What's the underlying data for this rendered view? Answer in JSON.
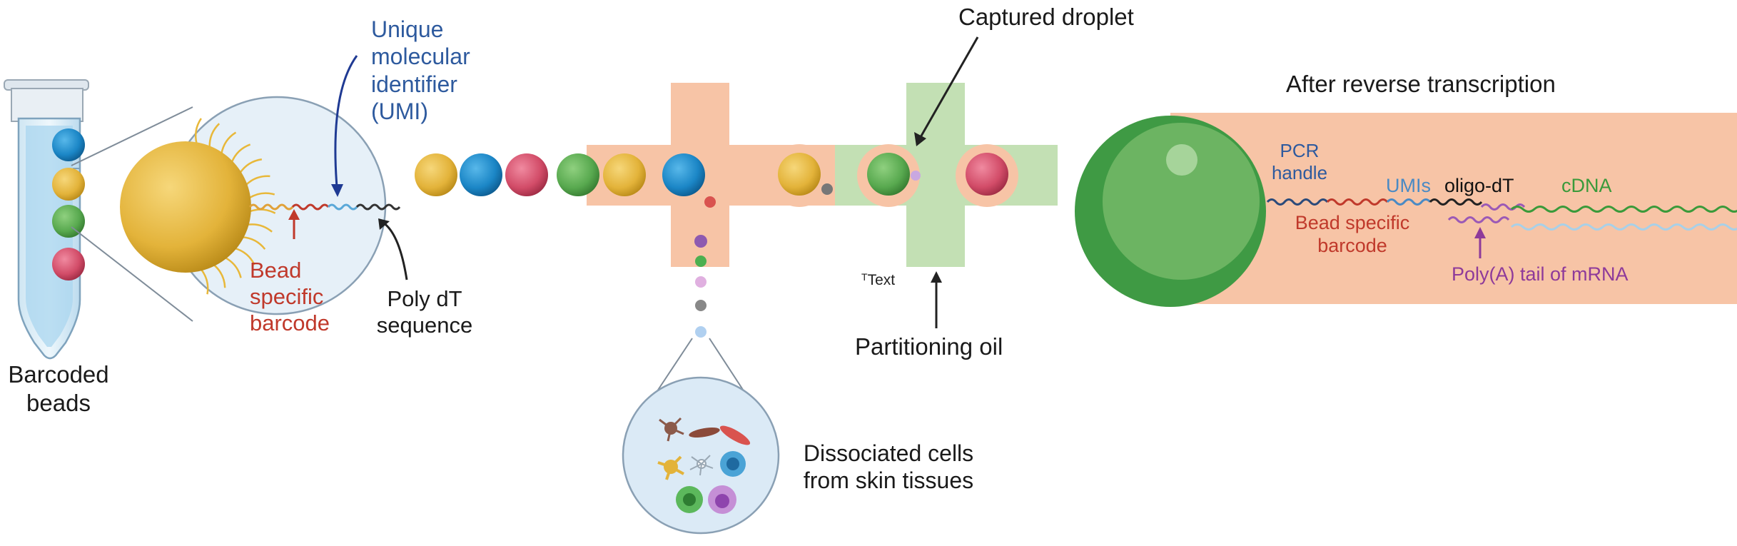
{
  "labels": {
    "barcoded_beads": [
      "Barcoded",
      "beads"
    ],
    "umi": [
      "Unique",
      "molecular",
      "identifier",
      "(UMI)"
    ],
    "bead_barcode": [
      "Bead",
      "specific",
      "barcode"
    ],
    "poly_dt": [
      "Poly dT",
      "sequence"
    ],
    "captured_droplet": "Captured droplet",
    "text_mark": "Text",
    "partitioning_oil": "Partitioning oil",
    "dissociated_cells": [
      "Dissociated cells",
      "from skin tissues"
    ],
    "after_rt": "After reverse transcription",
    "pcr_handle": [
      "PCR",
      "handle"
    ],
    "umis": "UMIs",
    "oligo_dt": "oligo-dT",
    "cdna": "cDNA",
    "bead_barcode_right": [
      "Bead specific",
      "barcode"
    ],
    "polya_tail": "Poly(A) tail of mRNA"
  },
  "colors": {
    "blue_label": "#2e5a9e",
    "red_label": "#c0392b",
    "green_label": "#3a9a3a",
    "purple_label": "#8e3a9a",
    "channel_salmon": "#f7c4a6",
    "channel_green": "#c3e0b4",
    "bead_yellow": "#e8b83a",
    "bead_blue": "#1f86c4",
    "bead_green": "#5aaa55",
    "bead_red": "#d04a64"
  }
}
